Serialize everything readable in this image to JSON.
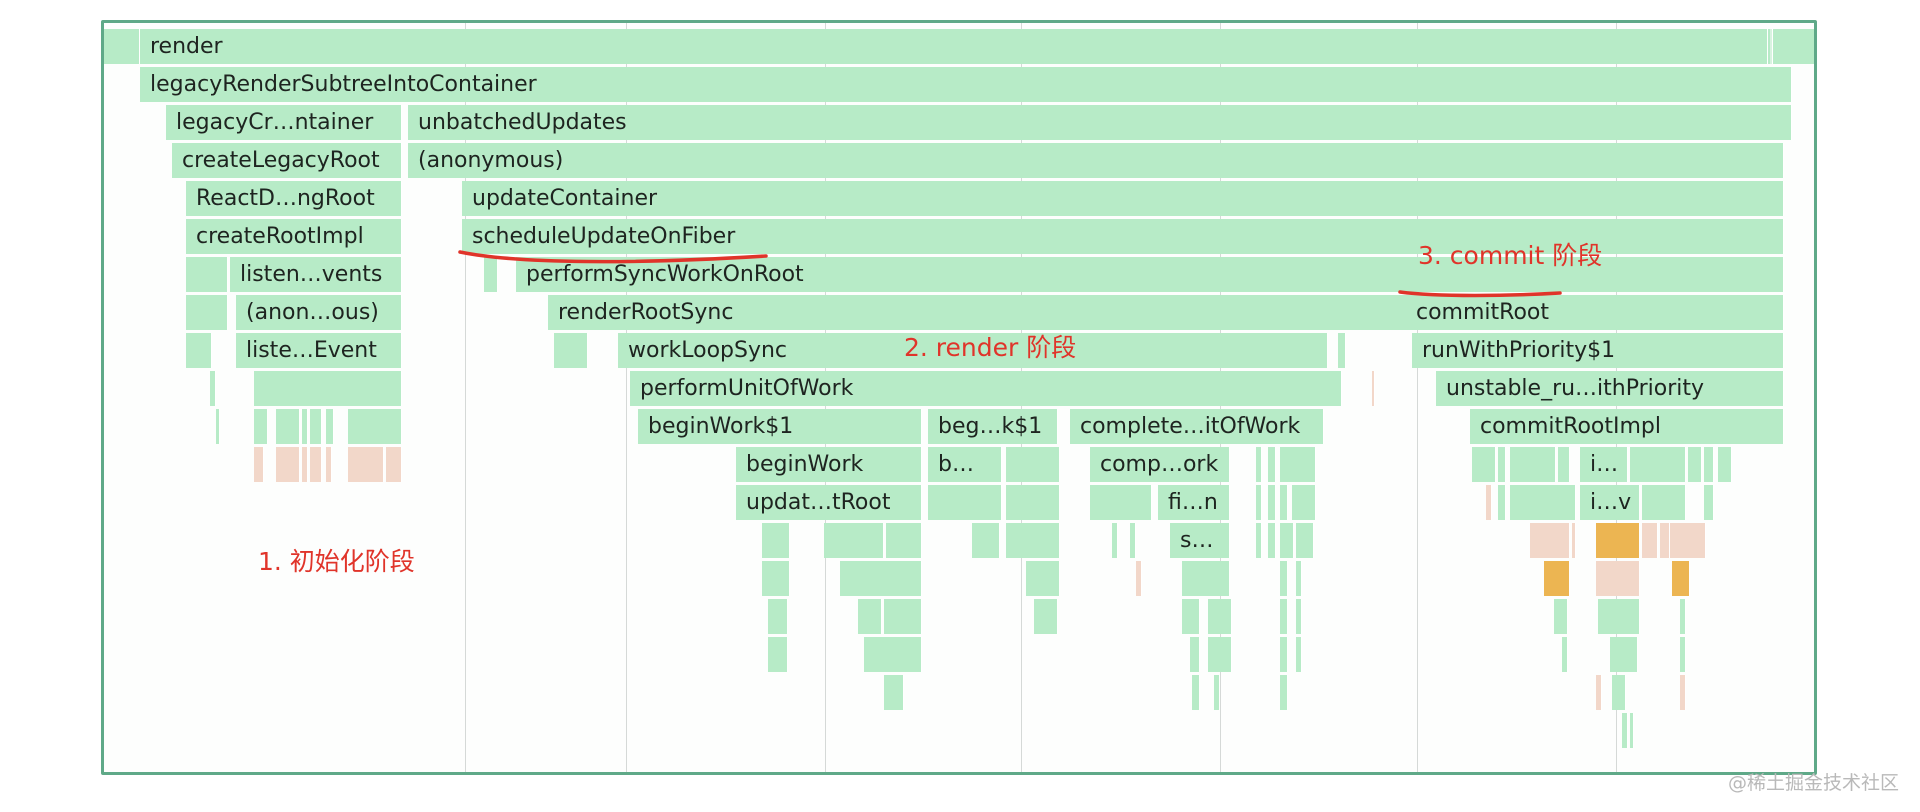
{
  "flame_graph": {
    "labels": [
      "render",
      "legacyRenderSubtreeIntoContainer",
      "legacyCr…ntainer",
      "unbatchedUpdates",
      "createLegacyRoot",
      "(anonymous)",
      "ReactD…ngRoot",
      "updateContainer",
      "createRootImpl",
      "scheduleUpdateOnFiber",
      "listen…vents",
      "performSyncWorkOnRoot",
      "(anon…ous)",
      "renderRootSync",
      "commitRoot",
      "liste…Event",
      "workLoopSync",
      "runWithPriority$1",
      "performUnitOfWork",
      "unstable_ru…ithPriority",
      "beginWork$1",
      "beg…k$1",
      "complete…itOfWork",
      "commitRootImpl",
      "beginWork",
      "b…",
      "comp…ork",
      "i…",
      "updat…tRoot",
      "fi…n",
      "i…v",
      "s…"
    ],
    "colors": {
      "frame": "#b7ebc7",
      "hot_light": "#f2d7c9",
      "hot": "#ecb552",
      "border": "#5fa988"
    }
  },
  "annotations": {
    "init_phase": "1. 初始化阶段",
    "render_phase": "2. render 阶段",
    "commit_phase": "3. commit 阶段",
    "annotation_color": "#e0342a"
  },
  "watermark": "@稀土掘金技术社区"
}
